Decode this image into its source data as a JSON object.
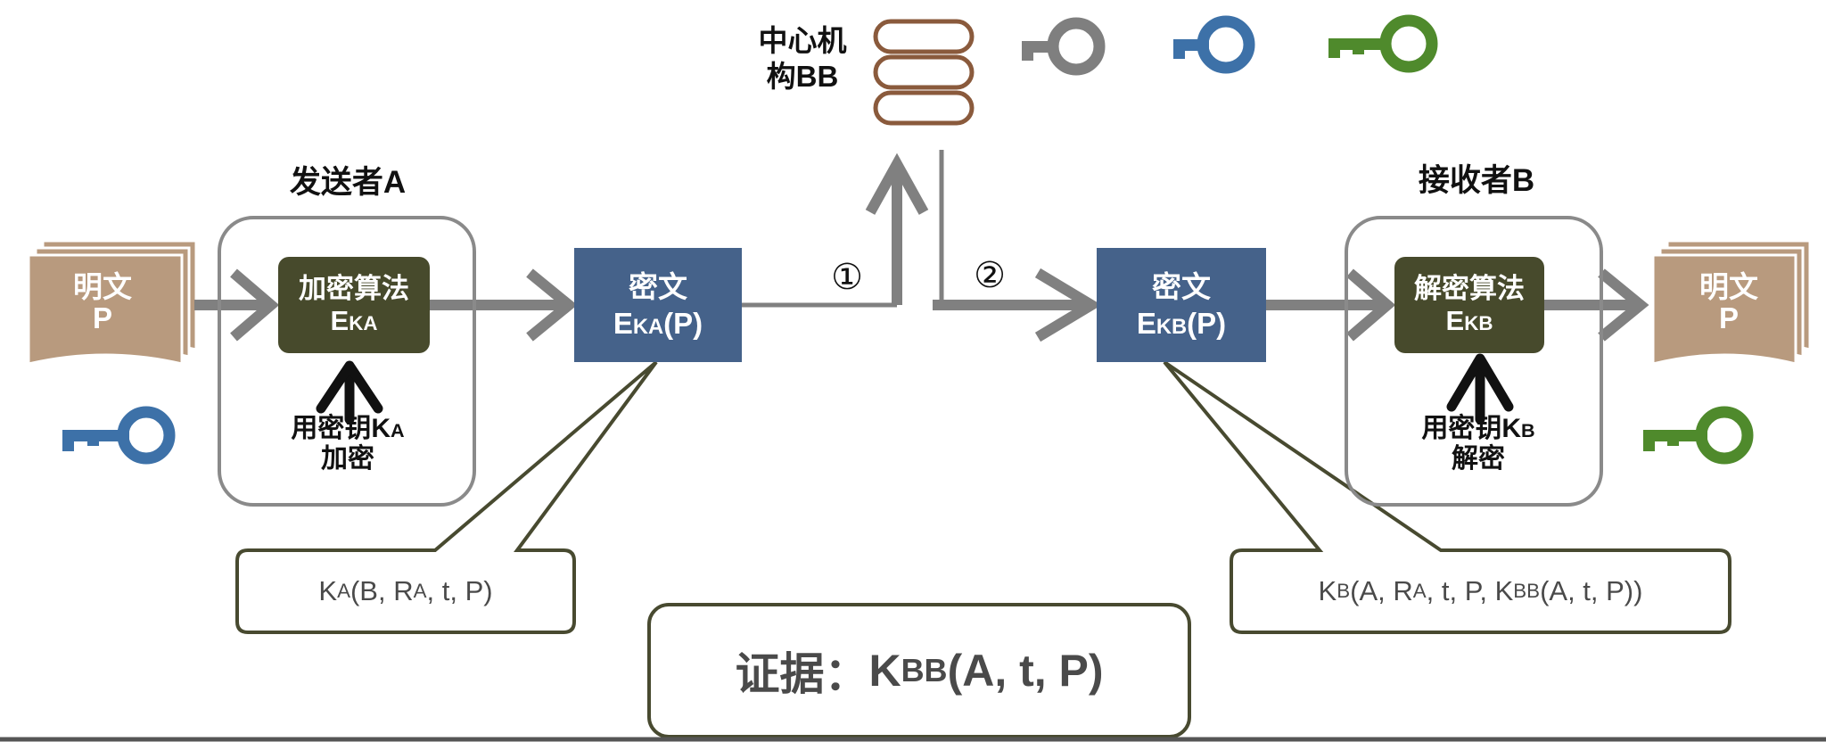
{
  "central_authority": {
    "line1": "中心机",
    "line2": "构BB"
  },
  "sender": {
    "title": "发送者A",
    "algorithm": {
      "line1": "加密算法",
      "line2_main": "E",
      "line2_sub": "KA"
    },
    "key_label": {
      "line1_main": "用密钥K",
      "line1_sub": "A",
      "line2": "加密"
    }
  },
  "receiver": {
    "title": "接收者B",
    "algorithm": {
      "line1": "解密算法",
      "line2_main": "E",
      "line2_sub": "KB"
    },
    "key_label": {
      "line1_main": "用密钥K",
      "line1_sub": "B",
      "line2": "解密"
    }
  },
  "plaintext_left": {
    "line1": "明文",
    "line2": "P"
  },
  "plaintext_right": {
    "line1": "明文",
    "line2": "P"
  },
  "cipher_a": {
    "line1": "密文",
    "line2_main": "E",
    "line2_sub": "KA",
    "line2_tail": "(P)"
  },
  "cipher_b": {
    "line1": "密文",
    "line2_main": "E",
    "line2_sub": "KB",
    "line2_tail": "(P)"
  },
  "steps": {
    "step1": "①",
    "step2": "②"
  },
  "callout_a": {
    "k": "K",
    "k_sub": "A",
    "p1": "(B, R",
    "r_sub": "A",
    "p2": ", t, P)"
  },
  "callout_b": {
    "k": "K",
    "k_sub": "B",
    "p1": "(A, R",
    "r_sub": "A",
    "p2": ", t, P, K",
    "kbb_sub": "BB",
    "p3": "(A, t, P))"
  },
  "evidence": {
    "prefix": "证据：",
    "k": "K",
    "k_sub": "BB",
    "tail": "(A, t, P)"
  },
  "colors": {
    "key_gray": "#7f7f7f",
    "key_blue": "#3d71a8",
    "key_green": "#4f8a2c",
    "cylinder": "#8a5a3c",
    "algo_box": "#474a2c",
    "cipher_box": "#45628a",
    "paper": "#b89a7e",
    "callout_border": "#484a30",
    "arrow": "#808080"
  },
  "icons": [
    "database-cylinder-icon",
    "key-icon"
  ]
}
